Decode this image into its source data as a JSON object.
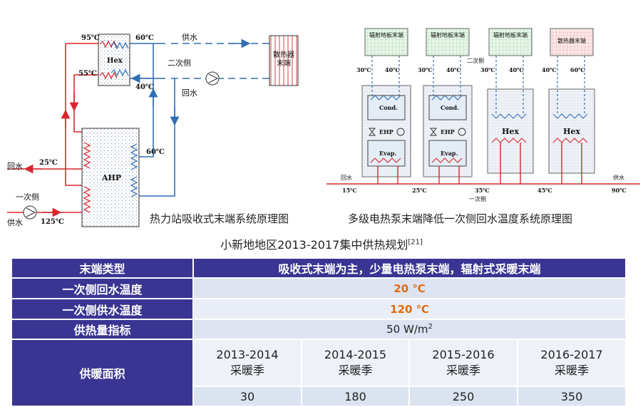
{
  "left_diagram": {
    "labels": {
      "t95": "95℃",
      "t60_top": "60℃",
      "t55": "55℃",
      "t40": "40℃",
      "hex": "Hex",
      "supply": "供水",
      "secondary": "二次侧",
      "return": "回水",
      "radiator": "散热器末端",
      "t60_mid": "60℃",
      "ahp": "AHP",
      "return_left": "回水",
      "t25": "25℃",
      "primary": "一次侧",
      "supply_left": "供水",
      "t125": "125℃"
    },
    "caption": "热力站吸收式末端系统原理图"
  },
  "right_diagram": {
    "terminals": [
      "辐射地板末端",
      "辐射地板末端",
      "辐射地板末端",
      "散热器末端"
    ],
    "temps": [
      "30℃",
      "40℃",
      "30℃",
      "40℃",
      "30℃",
      "40℃",
      "40℃",
      "60℃"
    ],
    "secondary": "二次侧",
    "primary": "一次侧",
    "units": [
      "Cond.",
      "EHP",
      "Evap.",
      "Cond.",
      "EHP",
      "Evap.",
      "Hex",
      "Hex"
    ],
    "return_label": "回水",
    "supply_label": "供水",
    "bottom_temps": [
      "15℃",
      "25℃",
      "35℃",
      "45℃",
      "90℃"
    ],
    "caption": "多级电热泵末端降低一次侧回水温度系统原理图"
  },
  "table_title": "小新地地区2013-2017集中供热规划",
  "table_title_ref": "[21]",
  "table": {
    "r1_label": "末端类型",
    "r1_value": "吸收式末端为主，少量电热泵末端，辐射式采暖末端",
    "r2_label": "一次侧回水温度",
    "r2_value": "20 ℃",
    "r3_label": "一次侧供水温度",
    "r3_value": "120 ℃",
    "r4_label": "供热量指标",
    "r4_value": "50 W/m",
    "r4_sup": "2",
    "r5_label": "供暖面积",
    "seasons": [
      {
        "years": "2013-2014",
        "suffix": "采暖季",
        "value": "30"
      },
      {
        "years": "2014-2015",
        "suffix": "采暖季",
        "value": "180"
      },
      {
        "years": "2015-2016",
        "suffix": "采暖季",
        "value": "250"
      },
      {
        "years": "2016-2017",
        "suffix": "采暖季",
        "value": "350"
      }
    ]
  }
}
